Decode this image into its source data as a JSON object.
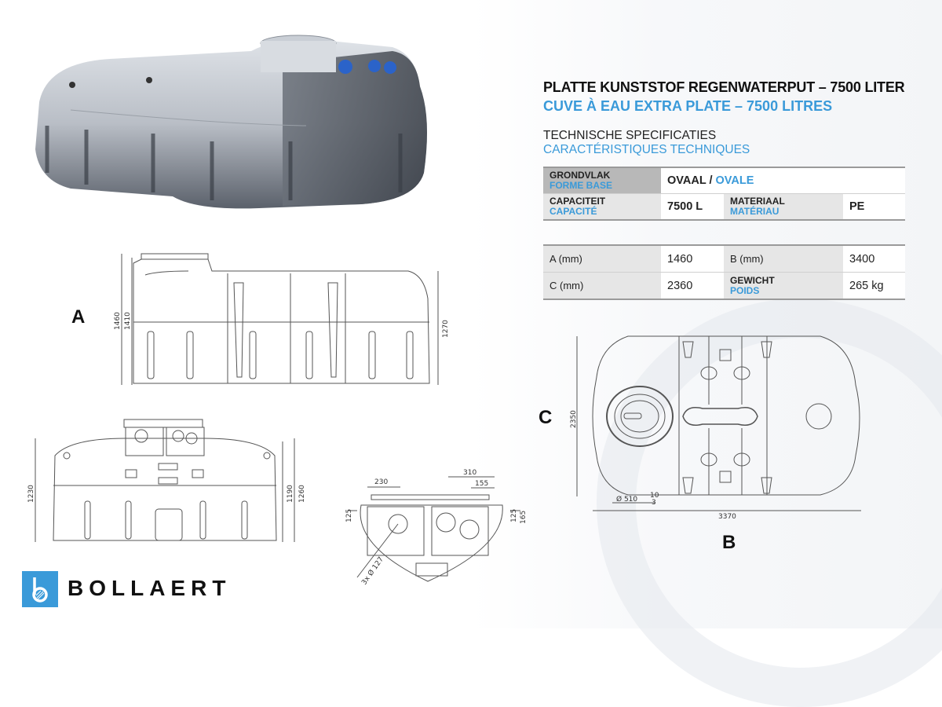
{
  "header": {
    "title_nl": "PLATTE KUNSTSTOF REGENWATERPUT – 7500 LITER",
    "title_fr": "CUVE À EAU EXTRA PLATE – 7500 LITRES",
    "subtitle_nl": "TECHNISCHE SPECIFICATIES",
    "subtitle_fr": "CARACTÉRISTIQUES TECHNIQUES"
  },
  "specs_general": {
    "base_label_nl": "GRONDVLAK",
    "base_label_fr": "FORME BASE",
    "base_value_nl": "OVAAL",
    "base_sep": " / ",
    "base_value_fr": "OVALE",
    "capacity_label_nl": "CAPACITEIT",
    "capacity_label_fr": "CAPACITÉ",
    "capacity_value": "7500 L",
    "material_label_nl": "MATERIAAL",
    "material_label_fr": "MATÉRIAU",
    "material_value": "PE"
  },
  "specs_dimensions": {
    "a_label": "A (mm)",
    "a_value": "1460",
    "b_label": "B (mm)",
    "b_value": "3400",
    "c_label": "C (mm)",
    "c_value": "2360",
    "weight_label_nl": "GEWICHT",
    "weight_label_fr": "POIDS",
    "weight_value": "265 kg"
  },
  "drawings": {
    "side_view": {
      "letter": "A",
      "dims": [
        "1460",
        "1410",
        "1270"
      ]
    },
    "front_view": {
      "dims": [
        "1230",
        "1190",
        "1260"
      ]
    },
    "detail_view": {
      "dims": [
        "230",
        "310",
        "155",
        "125",
        "125",
        "165",
        "3x Ø 127"
      ]
    },
    "top_view": {
      "letter_side": "C",
      "letter_bottom": "B",
      "dims": [
        "2350",
        "3370",
        "Ø 510",
        "10",
        "3"
      ]
    }
  },
  "brand": {
    "logo_letter": "b",
    "name": "BOLLAERT",
    "color": "#3a9ad9"
  },
  "colors": {
    "accent": "#3a9ad9",
    "text": "#111111",
    "table_label_bg": "#e6e6e6",
    "table_label_dark_bg": "#b8b8b8"
  }
}
